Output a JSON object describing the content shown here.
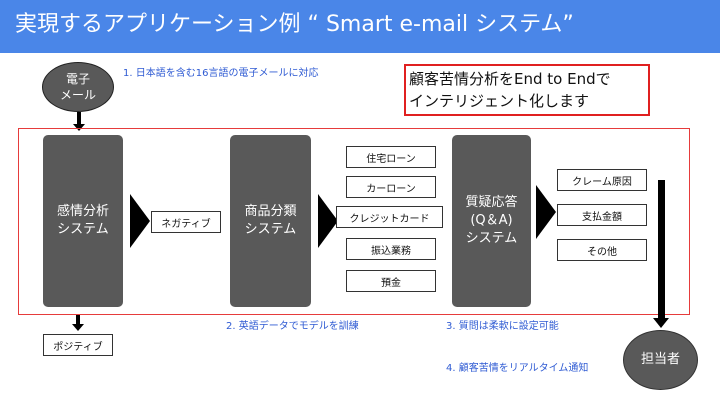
{
  "header": {
    "title": "実現するアプリケーション例 “ Smart e-mail システム”"
  },
  "nodes": {
    "input": [
      "電子",
      "メール"
    ],
    "agent": "担当者",
    "emotion": [
      "感情分析",
      "システム"
    ],
    "product": [
      "商品分類",
      "システム"
    ],
    "qa": [
      "質疑応答",
      "(Q＆A)",
      "システム"
    ]
  },
  "labels": {
    "negative": "ネガティブ",
    "positive": "ポジティブ",
    "products": [
      "住宅ローン",
      "カーローン",
      "クレジットカード",
      "振込業務",
      "預金"
    ],
    "qa_outputs": [
      "クレーム原因",
      "支払金額",
      "その他"
    ]
  },
  "notes": {
    "n1": "1. 日本語を含む16言語の電子メールに対応",
    "n2": "2. 英語データでモデルを訓練",
    "n3": "3. 質問は柔軟に設定可能",
    "n4": "4. 顧客苦情をリアルタイム通知"
  },
  "callout": {
    "line1": "顧客苦情分析をEnd to Endで",
    "line2": "インテリジェント化します"
  },
  "colors": {
    "header": "#4a86e8",
    "box": "#595959",
    "note": "#2f5bd3",
    "frame": "#e63b3b"
  }
}
